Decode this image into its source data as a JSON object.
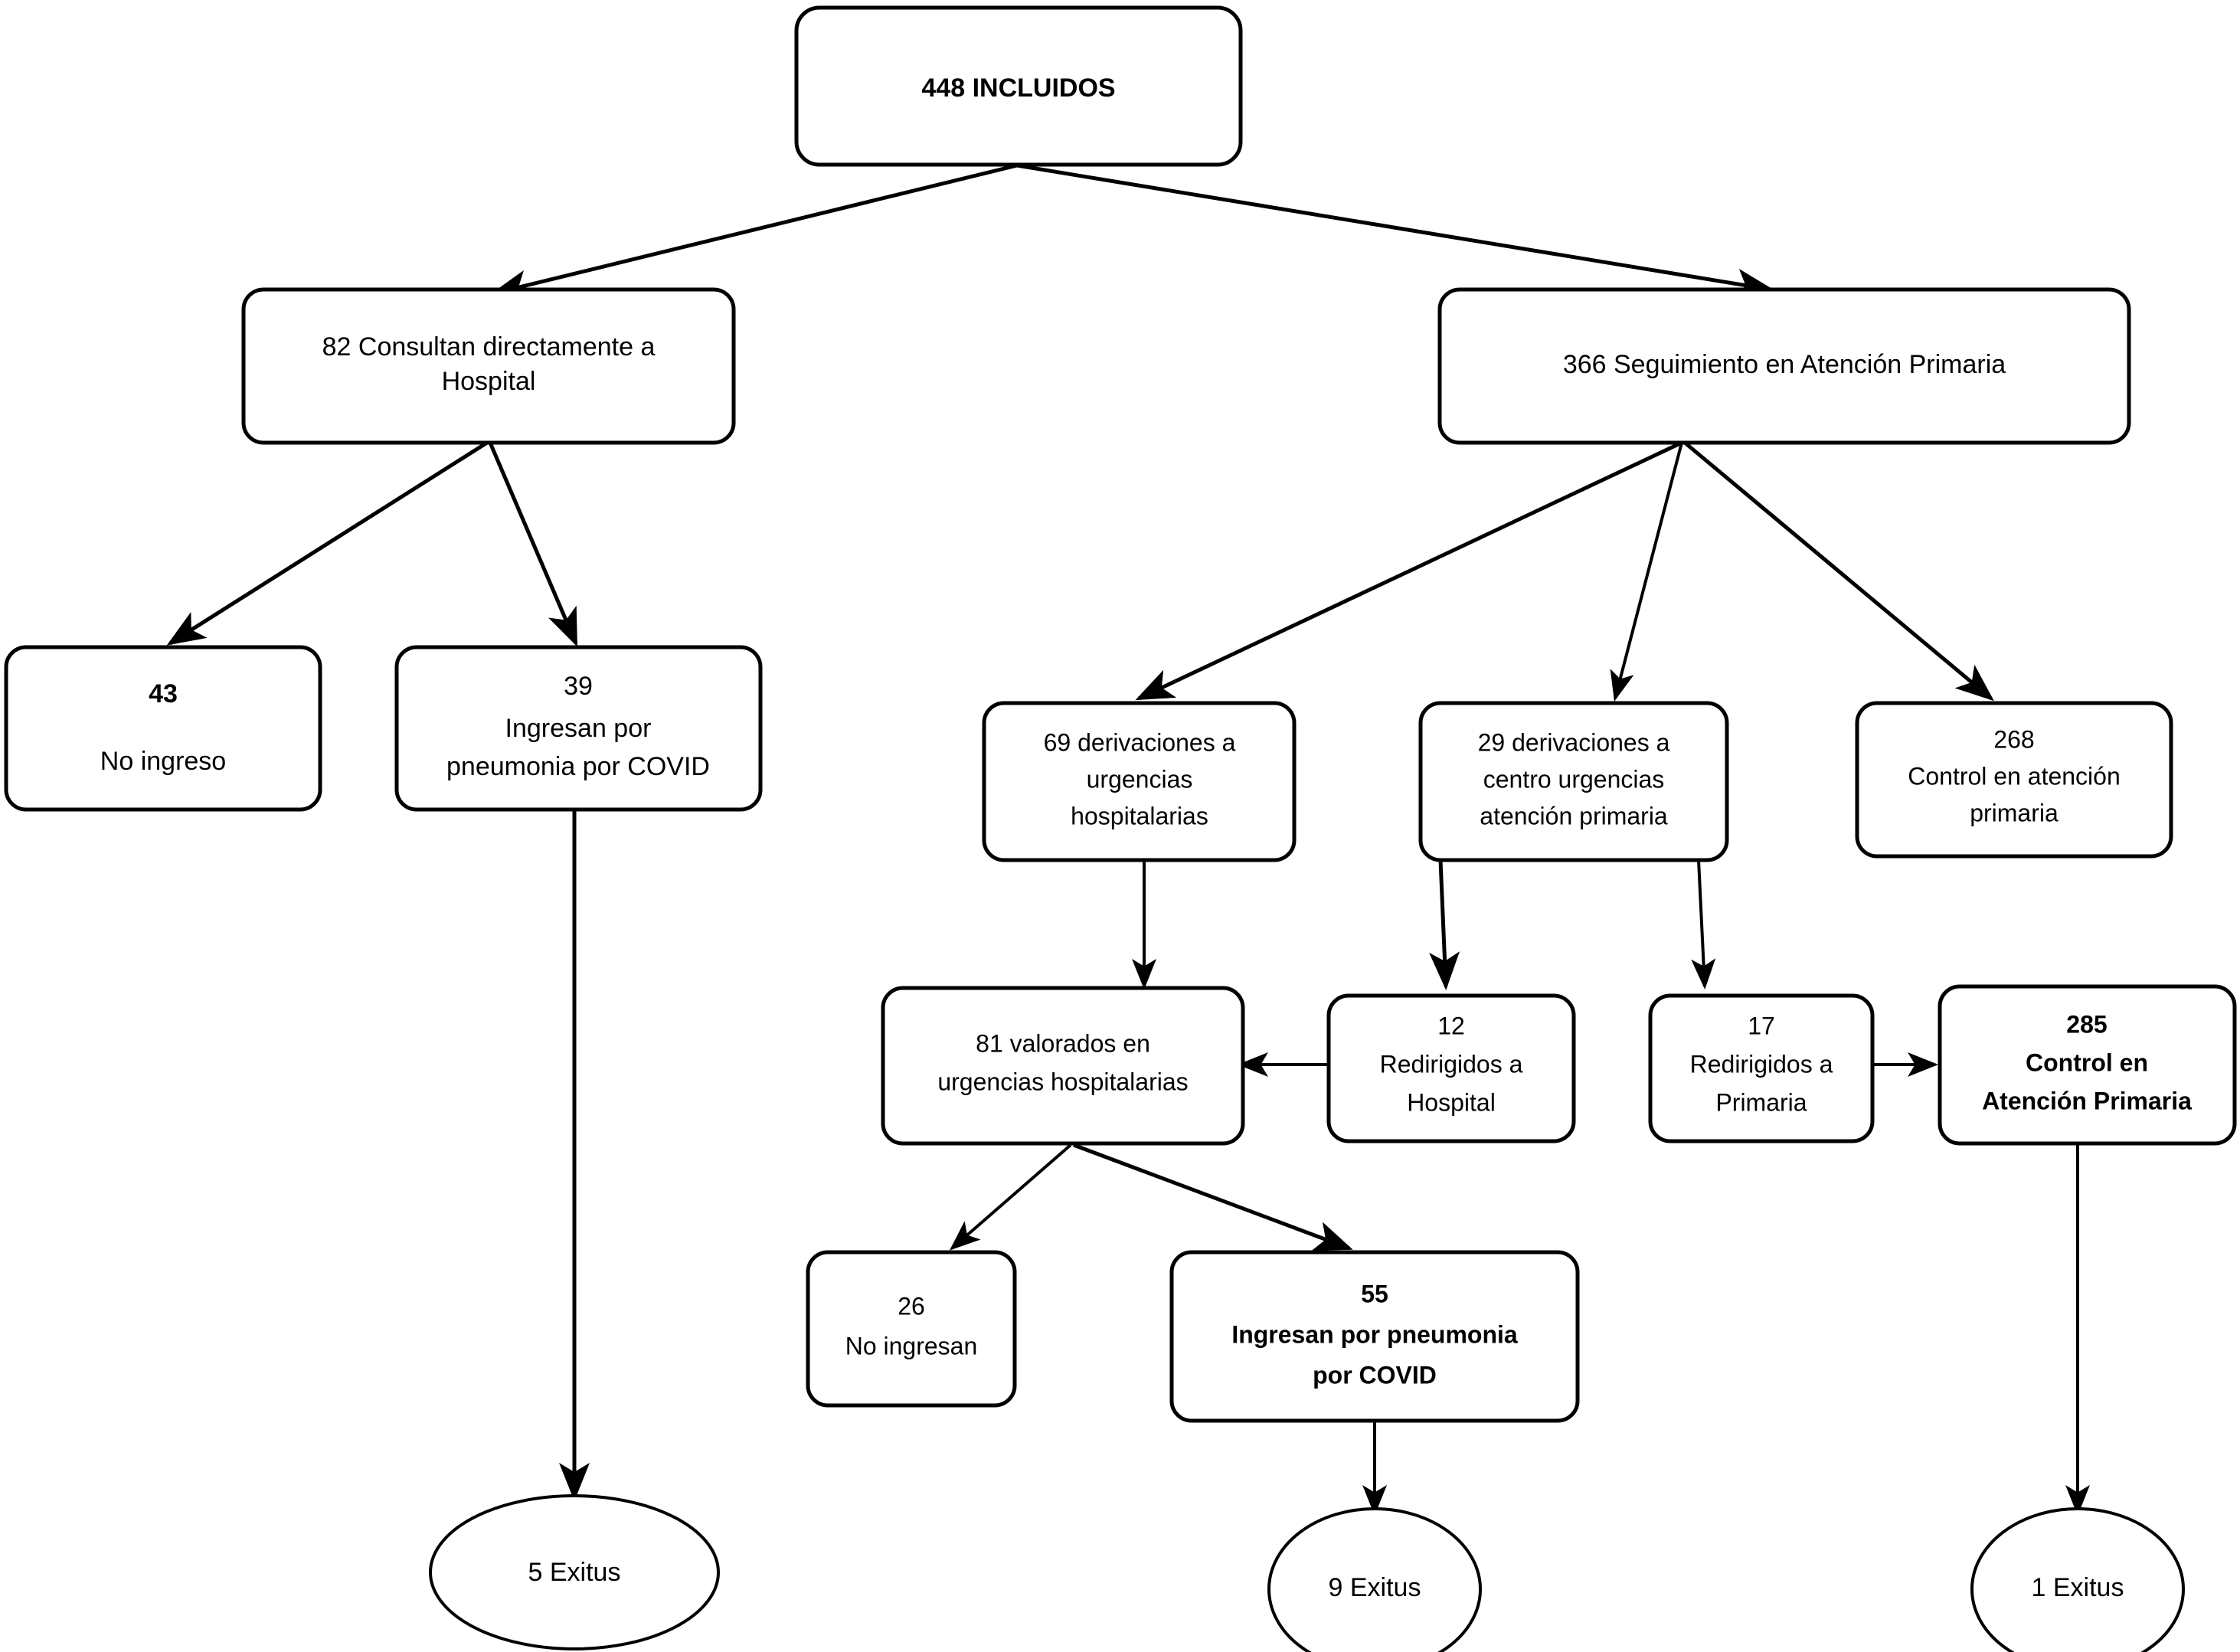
{
  "diagram": {
    "title": "448 INCLUIDOS patient flow diagram",
    "stroke_color": "#000000",
    "fill_color": "#ffffff",
    "background": "#ffffff"
  },
  "nodes": {
    "root": {
      "lines": [
        "448 INCLUIDOS"
      ]
    },
    "hospital_direct": {
      "lines": [
        "82 Consultan directamente a",
        "Hospital"
      ]
    },
    "primaria_followup": {
      "lines": [
        "366 Seguimiento en Atención Primaria"
      ]
    },
    "no_ingreso_43": {
      "lines": [
        "43",
        "No ingreso"
      ]
    },
    "ingresan_39": {
      "lines": [
        "39",
        "Ingresan por",
        "pneumonia por COVID"
      ]
    },
    "derivaciones_69": {
      "lines": [
        "69 derivaciones a",
        "urgencias",
        "hospitalarias"
      ]
    },
    "derivaciones_29": {
      "lines": [
        "29  derivaciones a",
        "centro urgencias",
        "atención primaria"
      ]
    },
    "control_268": {
      "lines": [
        "268",
        "Control  en atención",
        "primaria"
      ]
    },
    "valorados_81": {
      "lines": [
        "81 valorados en",
        "urgencias hospitalarias"
      ]
    },
    "redirigidos_12": {
      "lines": [
        "12",
        "Redirigidos a",
        "Hospital"
      ]
    },
    "redirigidos_17": {
      "lines": [
        "17",
        "Redirigidos a",
        "Primaria"
      ]
    },
    "control_285": {
      "lines": [
        "285",
        "Control en",
        "Atención Primaria"
      ]
    },
    "no_ingresan_26": {
      "lines": [
        "26",
        "No ingresan"
      ]
    },
    "ingresan_55": {
      "lines": [
        "55",
        "Ingresan por pneumonia",
        "por COVID"
      ]
    },
    "exitus_5": {
      "lines": [
        "5 Exitus"
      ]
    },
    "exitus_9": {
      "lines": [
        "9 Exitus"
      ]
    },
    "exitus_1": {
      "lines": [
        "1 Exitus"
      ]
    }
  }
}
